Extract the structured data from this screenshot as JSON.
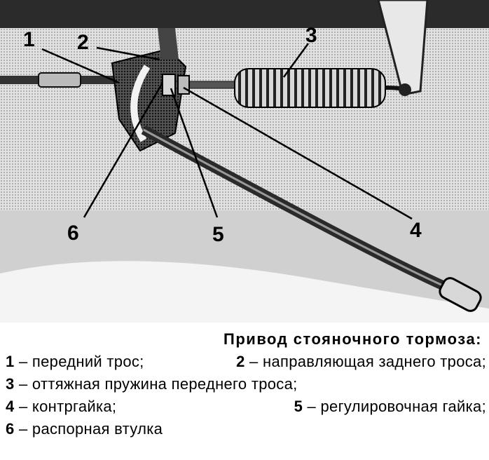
{
  "callouts": [
    {
      "id": "1",
      "label": "1"
    },
    {
      "id": "2",
      "label": "2"
    },
    {
      "id": "3",
      "label": "3"
    },
    {
      "id": "4",
      "label": "4"
    },
    {
      "id": "5",
      "label": "5"
    },
    {
      "id": "6",
      "label": "6"
    }
  ],
  "caption": {
    "title": "Привод стояночного тормоза:",
    "items": [
      {
        "num": "1",
        "text": " – передний трос;"
      },
      {
        "num": "2",
        "text": " – направляющая заднего троса;"
      },
      {
        "num": "3",
        "text": " – оттяжная пружина переднего троса;"
      },
      {
        "num": "4",
        "text": " – контргайка;"
      },
      {
        "num": "5",
        "text": " – регулировочная гайка;"
      },
      {
        "num": "6",
        "text": " – распорная втулка"
      }
    ]
  }
}
